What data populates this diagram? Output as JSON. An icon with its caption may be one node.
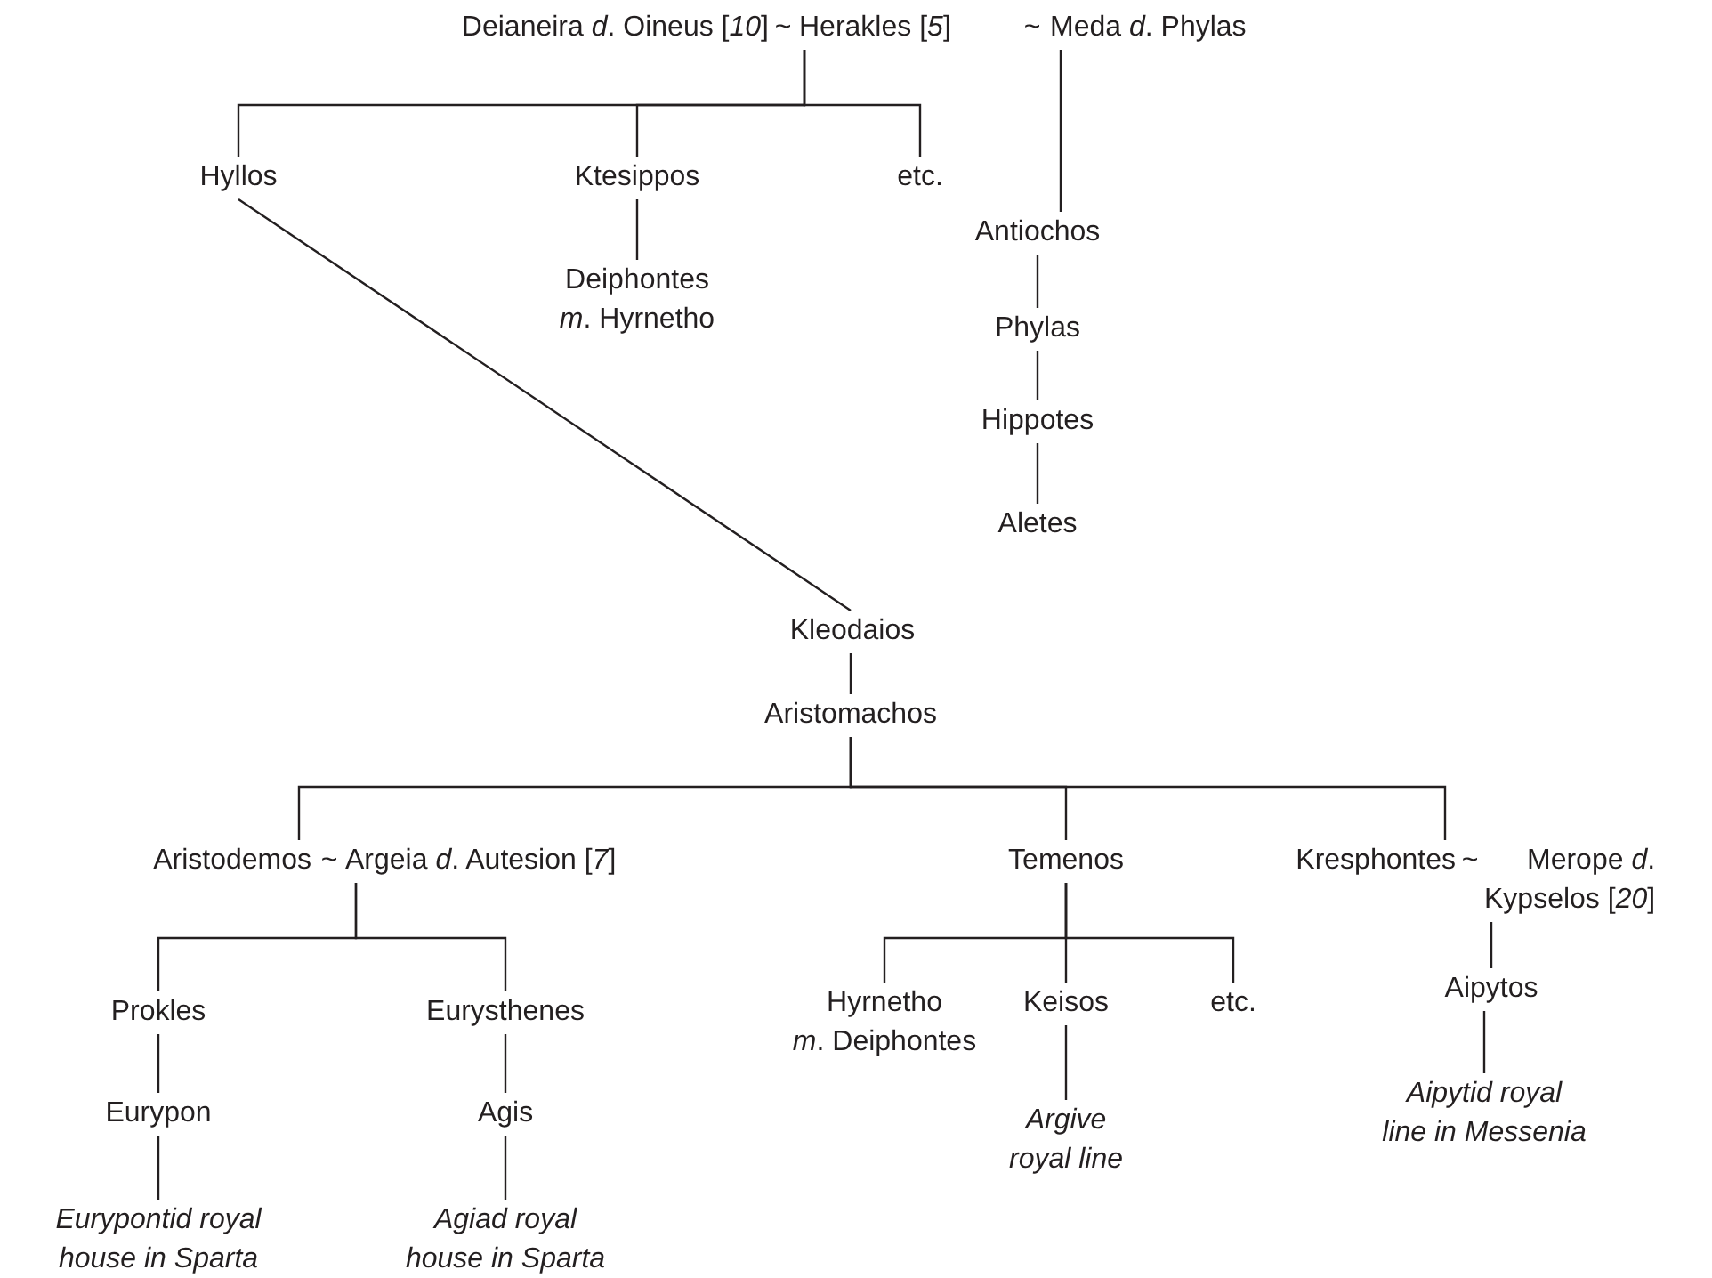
{
  "diagram": {
    "nodes": [
      {
        "text": [
          "Deianeira *d*. Oineus [*10*]"
        ]
      },
      {
        "text": [
          "Herakles [*5*]"
        ]
      },
      {
        "text": [
          "Meda *d*. Phylas"
        ]
      },
      {
        "text": [
          "Hyllos"
        ]
      },
      {
        "text": [
          "Ktesippos"
        ]
      },
      {
        "text": [
          "etc."
        ]
      },
      {
        "text": [
          "Antiochos"
        ]
      },
      {
        "text": [
          "Deiphontes *m*. Hyrnetho"
        ]
      },
      {
        "text": [
          "Phylas"
        ]
      },
      {
        "text": [
          "Hippotes"
        ]
      },
      {
        "text": [
          "Aletes"
        ]
      },
      {
        "text": [
          "Kleodaios"
        ]
      },
      {
        "text": [
          "Aristomachos"
        ]
      },
      {
        "text": [
          "Aristodemos"
        ]
      },
      {
        "text": [
          "Argeia *d*. Autesion [*7*]"
        ]
      },
      {
        "text": [
          "Temenos"
        ]
      },
      {
        "text": [
          "Kresphontes"
        ]
      },
      {
        "text": [
          "Merope *d*. Kypselos [*20*]"
        ]
      },
      {
        "text": [
          "Prokles"
        ]
      },
      {
        "text": [
          "Eurysthenes"
        ]
      },
      {
        "text": [
          "Hyrnetho *m*. Deiphontes"
        ]
      },
      {
        "text": [
          "Keisos"
        ]
      },
      {
        "text": [
          "etc."
        ]
      },
      {
        "text": [
          "Aipytos"
        ]
      },
      {
        "text": [
          "Eurypon"
        ]
      },
      {
        "text": [
          "Agis"
        ]
      },
      {
        "text": [
          "Argive royal line"
        ]
      },
      {
        "text": [
          "Aipytid royal line in Messenia"
        ]
      },
      {
        "text": [
          "Eurypontid royal house in Sparta"
        ]
      },
      {
        "text": [
          "Agiad royal house in Sparta"
        ]
      }
    ],
    "edges": [
      {
        "from": 1,
        "to": 3,
        "arrow": "none"
      },
      {
        "from": 1,
        "to": 4,
        "arrow": "none"
      },
      {
        "from": 1,
        "to": 5,
        "arrow": "none"
      },
      {
        "from": 2,
        "to": 6,
        "arrow": "none"
      },
      {
        "from": 4,
        "to": 7,
        "arrow": "none"
      },
      {
        "from": 6,
        "to": 8,
        "arrow": "none"
      },
      {
        "from": 8,
        "to": 9,
        "arrow": "none"
      },
      {
        "from": 9,
        "to": 10,
        "arrow": "none"
      },
      {
        "from": 3,
        "to": 11,
        "arrow": "none"
      },
      {
        "from": 11,
        "to": 12,
        "arrow": "none"
      },
      {
        "from": 12,
        "to": 13,
        "arrow": "none"
      },
      {
        "from": 12,
        "to": 15,
        "arrow": "none"
      },
      {
        "from": 12,
        "to": 16,
        "arrow": "none"
      },
      {
        "from": 14,
        "to": 18,
        "arrow": "none"
      },
      {
        "from": 14,
        "to": 19,
        "arrow": "none"
      },
      {
        "from": 15,
        "to": 20,
        "arrow": "none"
      },
      {
        "from": 15,
        "to": 21,
        "arrow": "none"
      },
      {
        "from": 15,
        "to": 22,
        "arrow": "none"
      },
      {
        "from": 17,
        "to": 23,
        "arrow": "none"
      },
      {
        "from": 18,
        "to": 24,
        "arrow": "none"
      },
      {
        "from": 19,
        "to": 25,
        "arrow": "none"
      },
      {
        "from": 21,
        "to": 26,
        "arrow": "none"
      },
      {
        "from": 23,
        "to": 27,
        "arrow": "none"
      },
      {
        "from": 24,
        "to": 28,
        "arrow": "none"
      },
      {
        "from": 25,
        "to": 29,
        "arrow": "none"
      }
    ],
    "labels": [
      "~",
      "~",
      "~",
      "~"
    ]
  }
}
